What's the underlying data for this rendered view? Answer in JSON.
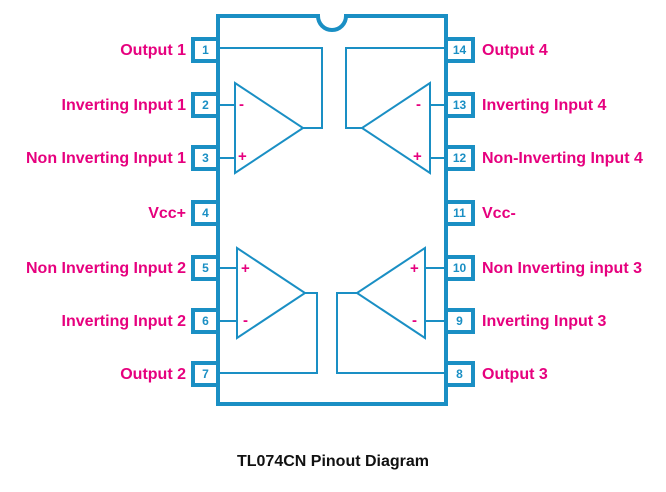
{
  "caption": "TL074CN Pinout Diagram",
  "colors": {
    "outline": "#1a8fc4",
    "label": "#e6007e",
    "pin_number": "#1a8fc4",
    "caption": "#111111"
  },
  "pins": [
    {
      "number": "1",
      "label": "Output 1"
    },
    {
      "number": "2",
      "label": "Inverting Input 1"
    },
    {
      "number": "3",
      "label": "Non Inverting Input 1"
    },
    {
      "number": "4",
      "label": "Vcc+"
    },
    {
      "number": "5",
      "label": "Non Inverting Input 2"
    },
    {
      "number": "6",
      "label": "Inverting Input 2"
    },
    {
      "number": "7",
      "label": "Output 2"
    },
    {
      "number": "8",
      "label": "Output 3"
    },
    {
      "number": "9",
      "label": "Inverting Input 3"
    },
    {
      "number": "10",
      "label": "Non Inverting input 3"
    },
    {
      "number": "11",
      "label": "Vcc-"
    },
    {
      "number": "12",
      "label": "Non-Inverting Input 4"
    },
    {
      "number": "13",
      "label": "Inverting Input 4"
    },
    {
      "number": "14",
      "label": "Output 4"
    }
  ],
  "opamps": [
    {
      "top_sign": "-",
      "bottom_sign": "+"
    },
    {
      "top_sign": "+",
      "bottom_sign": "-"
    },
    {
      "top_sign": "+",
      "bottom_sign": "-"
    },
    {
      "top_sign": "-",
      "bottom_sign": "+"
    }
  ]
}
